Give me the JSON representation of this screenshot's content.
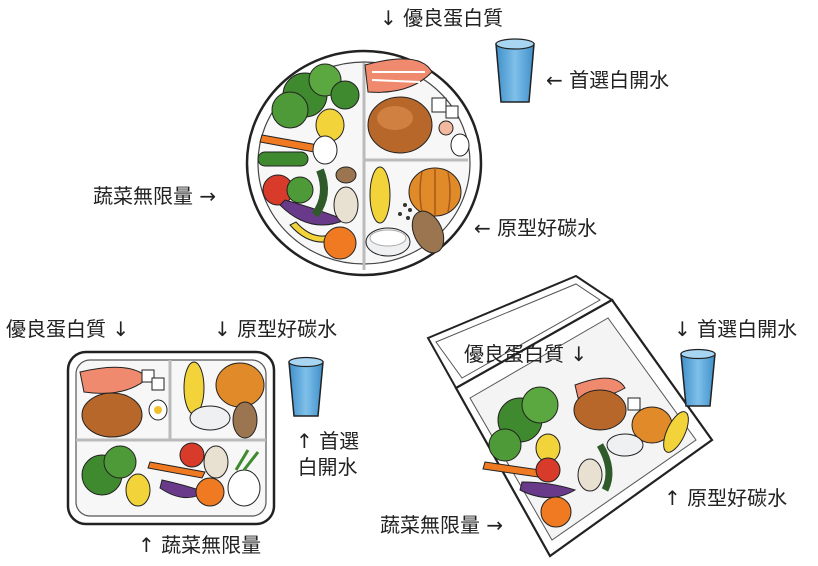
{
  "title": "",
  "plate": {
    "protein": "↓ 優良蛋白質",
    "water": "← 首選白開水",
    "vegetables": "蔬菜無限量 →",
    "grains": "← 原型好碳水"
  },
  "lunchbox": {
    "protein": "優良蛋白質 ↓",
    "grains": "↓ 原型好碳水",
    "water_line1": "↑ 首選",
    "water_line2": "白開水",
    "vegetables": "↑ 蔬菜無限量"
  },
  "takeout_box": {
    "protein": "優良蛋白質 ↓",
    "water": "↓ 首選白開水",
    "grains": "↑ 原型好碳水",
    "vegetables": "蔬菜無限量 →"
  },
  "colors": {
    "water": "#5aa8dc",
    "salmon": "#f08a6e",
    "chicken": "#b8672a",
    "broccoli": "#3f8a2e",
    "carrot": "#f07a22",
    "pumpkin": "#e08a2a",
    "corn": "#f2d43a",
    "eggplant": "#6a3a8a",
    "tomato": "#d93b2b",
    "rice": "#eef0f2",
    "plate_outline": "#222222"
  }
}
